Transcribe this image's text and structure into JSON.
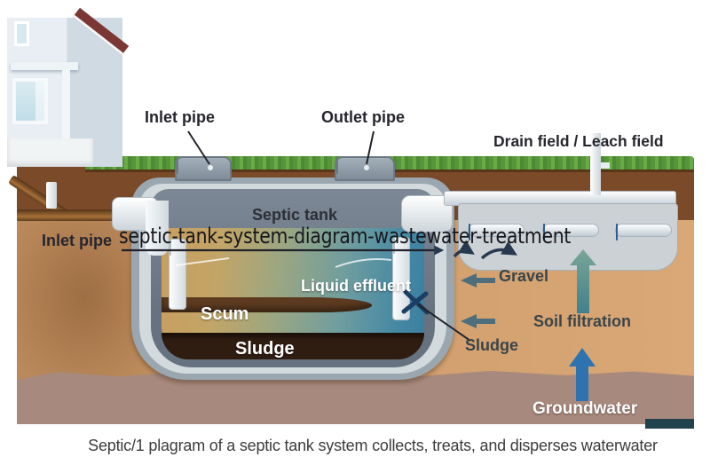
{
  "diagram": {
    "callouts": {
      "inlet_pipe_top": "Inlet pipe",
      "outlet_pipe": "Outlet pipe",
      "drain_field": "Drain field / Leach field",
      "septic_tank": "Septic tank",
      "inlet_pipe_left": "Inlet pipe",
      "scum": "Scum",
      "sludge_in_tank": "Sludge",
      "liquid_effluent": "Liquid effluent",
      "gravel": "Gravel",
      "sludge_at_outlet": "Sludge",
      "soil_filtration": "Soil filtration",
      "groundwater": "Groundwater"
    },
    "overlay_text": "septic-tank-system-diagram-wastewater-treatment",
    "caption": "Septic/1 plagram of a septic tank system collects, treats, and disperses waterwater",
    "icons": {
      "gravel_arrow": "left-arrow",
      "effluent_arrow": "left-arrow",
      "soil_filtration_arrow": "up-arrow",
      "groundwater_arrow": "up-arrow",
      "flow_arcs": "curved-right-arrows",
      "sludge_marker": "x-mark"
    },
    "colors": {
      "grass": "#5f9e3e",
      "topsoil": "#7b4a28",
      "soil": "#cf9c6b",
      "groundwater_soil": "#a8897d",
      "tank_shell": "#9aa6b0",
      "tank_rim": "#d3dadd",
      "liquid_teal": "#4689a4",
      "scum_brown": "#5d3b20",
      "sludge_brown": "#301d12",
      "arrow_slate": "#4d6e7a",
      "arrow_teal": "#4c8691",
      "arrow_blue": "#2e73af",
      "label_dark": "#26262e",
      "label_white": "#ffffff",
      "roof_red": "#7b3733"
    }
  }
}
